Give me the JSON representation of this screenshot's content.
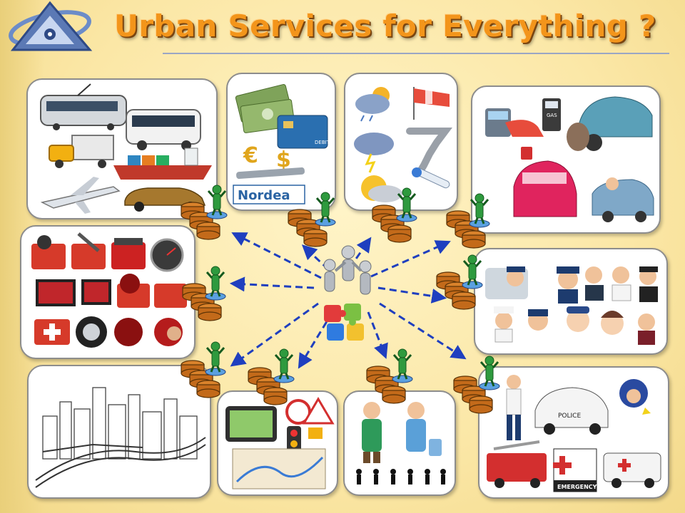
{
  "title": "Urban Services for Everything ?",
  "logo": {
    "icon": "triangle-eye-logo-icon"
  },
  "panels": [
    {
      "id": "transport",
      "icons": [
        "tram-icon",
        "bus-icon",
        "truck-icon",
        "cargo-ship-icon",
        "airplane-icon",
        "car-icon"
      ]
    },
    {
      "id": "finance",
      "brand_text": "Nordea",
      "card_text": "DEBIT",
      "icons": [
        "banknotes-icon",
        "credit-card-icon",
        "euro-dollar-icon"
      ]
    },
    {
      "id": "weather",
      "icons": [
        "rain-cloud-icon",
        "windsock-icon",
        "storm-cloud-icon",
        "tornado-icon",
        "sun-cloud-icon",
        "thermometer-icon"
      ]
    },
    {
      "id": "car-services",
      "pump_label": "GAS",
      "icons": [
        "fuel-pump-icon",
        "gas-station-icon",
        "car-repair-icon",
        "car-wash-icon"
      ]
    },
    {
      "id": "media-tools",
      "icons": [
        "film-reel-folder-icon",
        "tools-folder-icon",
        "scanner-icon",
        "gauge-icon",
        "monitor-icon",
        "globe-folder-icon",
        "first-aid-kit-icon",
        "wheel-icon",
        "support-agent-icon"
      ]
    },
    {
      "id": "professions",
      "icons": [
        "pilot-icon",
        "police-officer-icon",
        "driver-icon",
        "child-icon",
        "businessman-icon",
        "doctor-icon",
        "chef-icon"
      ]
    },
    {
      "id": "city",
      "icons": [
        "city-skyline-sketch-icon",
        "highway-icon"
      ]
    },
    {
      "id": "navigation",
      "icons": [
        "gps-navigator-icon",
        "traffic-light-icon",
        "road-sign-icon",
        "map-icon"
      ]
    },
    {
      "id": "elderly",
      "icons": [
        "elderly-man-icon",
        "elderly-traveler-icon",
        "people-silhouettes-icon"
      ]
    },
    {
      "id": "emergency",
      "emergency_label": "EMERGENCY",
      "police_label": "POLICE",
      "icons": [
        "traffic-police-icon",
        "police-car-icon",
        "police-cartoon-icon",
        "fire-truck-icon",
        "emergency-sign-icon",
        "ambulance-icon"
      ]
    }
  ],
  "hub": {
    "icon": "people-team-icon",
    "puzzle_icon": "puzzle-pieces-icon",
    "database_icon": "database-stack-icon",
    "agent_icon": "robot-agent-icon"
  }
}
